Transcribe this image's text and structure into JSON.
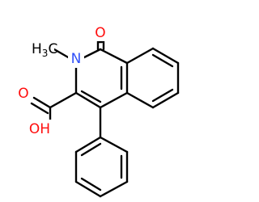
{
  "molecule": {
    "atoms": {
      "carbonyl_oxygen": {
        "label": "O",
        "color": "#ff0d0d"
      },
      "ring_nitrogen": {
        "label": "N",
        "color": "#3050f8"
      },
      "methyl": {
        "label": "H",
        "subscript": "3",
        "suffix": "C",
        "color": "#000000"
      },
      "hydroxyl": {
        "label": "OH",
        "color": "#ff0d0d"
      },
      "acid_oxygen": {
        "label": "O",
        "color": "#ff0d0d"
      }
    },
    "bond_color": "#000000"
  }
}
